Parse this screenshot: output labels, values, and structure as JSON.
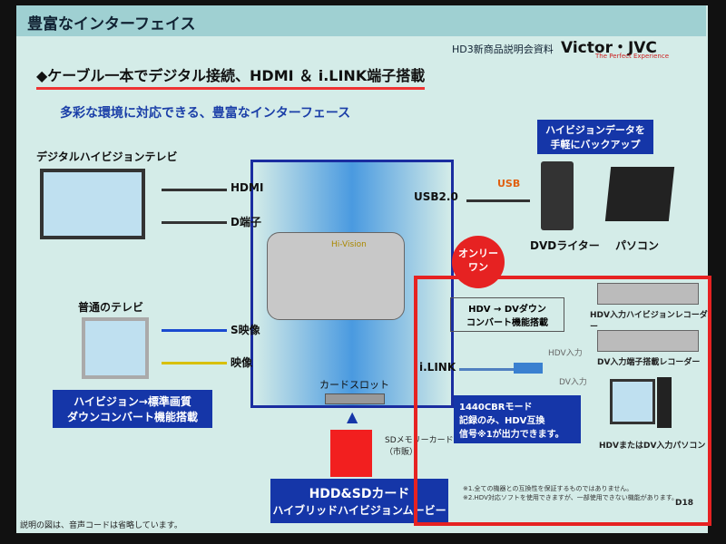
{
  "title": "豊富なインターフェイス",
  "doc_label": "HD3新商品説明会資料",
  "logo": {
    "brand": "Victor・JVC",
    "tagline": "The Perfect Experience"
  },
  "heading": "◆ケーブル一本でデジタル接続、HDMI ＆ i.LINK端子搭載",
  "subheading": "多彩な環境に対応できる、豊富なインターフェース",
  "left": {
    "digital_tv": "デジタルハイビジョンテレビ",
    "hdmi": "HDMI",
    "d_terminal": "D端子",
    "normal_tv": "普通のテレビ",
    "s_video": "S映像",
    "video": "映像",
    "downconvert": [
      "ハイビジョン→標準画質",
      "ダウンコンバート機能搭載"
    ]
  },
  "camera": {
    "brand": "Hi-Vision"
  },
  "card_slot": "カードスロット",
  "sd_card": [
    "SDメモリーカード",
    "（市販）"
  ],
  "hdd_sd": [
    "HDD&SDカード",
    "ハイブリッドハイビジョンムービー"
  ],
  "usb": {
    "label": "USB2.0",
    "plug": "USB",
    "backup": [
      "ハイビジョンデータを",
      "手軽にバックアップ"
    ],
    "dvd_writer": "DVDライター",
    "pc": "パソコン"
  },
  "only_one": [
    "オンリー",
    "ワン"
  ],
  "ilink": {
    "label": "i.LINK",
    "convert": [
      "HDV → DVダウン",
      "コンバート機能搭載"
    ],
    "hdv_in": "HDV入力",
    "dv_in": "DV入力",
    "cbr": [
      "1440CBRモード",
      "記録のみ、HDV互換",
      "信号※1が出力できます。"
    ],
    "recorder_hdv": "HDV入力ハイビジョンレコーダー",
    "recorder_dv": "DV入力端子搭載レコーダー",
    "pc": "HDVまたはDV入力パソコン"
  },
  "footnotes": [
    "※1.全ての機器との互換性を保証するものではありません。",
    "※2.HDV対応ソフトを使用できますが、一部使用できない機能があります。"
  ],
  "page": "D18",
  "footer": "説明の図は、音声コードは省略しています。"
}
